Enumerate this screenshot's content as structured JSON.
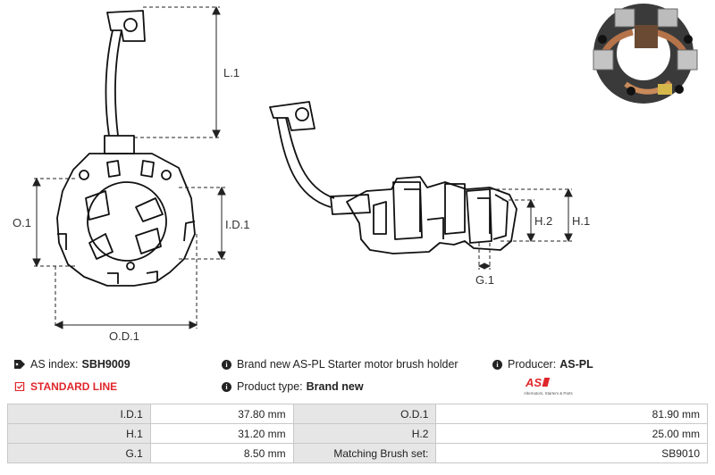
{
  "dimensions": {
    "l1": "L.1",
    "o1": "O.1",
    "id1": "I.D.1",
    "od1": "O.D.1",
    "h1": "H.1",
    "h2": "H.2",
    "g1": "G.1"
  },
  "info": {
    "as_index_label": "AS index:",
    "as_index_value": "SBH9009",
    "description": "Brand new AS-PL Starter motor brush holder",
    "producer_label": "Producer:",
    "producer_value": "AS-PL",
    "line": "STANDARD LINE",
    "product_type_label": "Product type:",
    "product_type_value": "Brand new"
  },
  "logo": {
    "mark": "AS",
    "tagline": "Alternators, Starters & Parts",
    "accent": "#e0262b"
  },
  "specs": [
    {
      "l1": "I.D.1",
      "v1": "37.80 mm",
      "l2": "O.D.1",
      "v2": "81.90 mm"
    },
    {
      "l1": "H.1",
      "v1": "31.20 mm",
      "l2": "H.2",
      "v2": "25.00 mm"
    },
    {
      "l1": "G.1",
      "v1": "8.50 mm",
      "l2": "Matching Brush set:",
      "v2": "SB9010"
    }
  ]
}
